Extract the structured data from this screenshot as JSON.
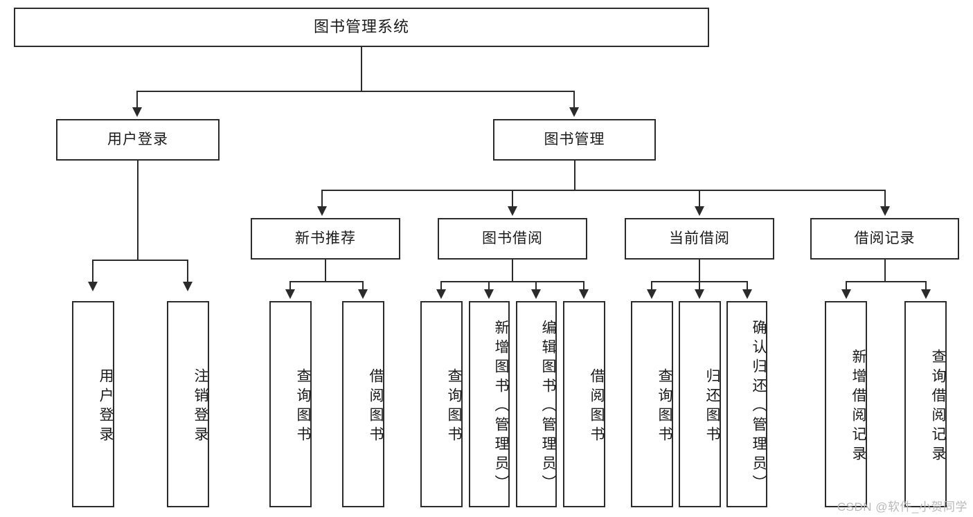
{
  "diagram": {
    "title": "图书管理系统",
    "type": "tree",
    "root": {
      "label": "图书管理系统"
    },
    "level2": [
      {
        "label": "用户登录"
      },
      {
        "label": "图书管理"
      }
    ],
    "level3": [
      {
        "label": "新书推荐"
      },
      {
        "label": "图书借阅"
      },
      {
        "label": "当前借阅"
      },
      {
        "label": "借阅记录"
      }
    ],
    "leaves": [
      {
        "label": "用户登录",
        "parent": "用户登录"
      },
      {
        "label": "注销登录",
        "parent": "用户登录"
      },
      {
        "label": "查询图书",
        "parent": "新书推荐"
      },
      {
        "label": "借阅图书",
        "parent": "新书推荐"
      },
      {
        "label": "查询图书",
        "parent": "图书借阅"
      },
      {
        "label": "新增图书（管理员）",
        "parent": "图书借阅"
      },
      {
        "label": "编辑图书（管理员）",
        "parent": "图书借阅"
      },
      {
        "label": "借阅图书",
        "parent": "图书借阅"
      },
      {
        "label": "查询图书",
        "parent": "当前借阅"
      },
      {
        "label": "归还图书",
        "parent": "当前借阅"
      },
      {
        "label": "确认归还（管理员）",
        "parent": "当前借阅"
      },
      {
        "label": "新增借阅记录",
        "parent": "借阅记录"
      },
      {
        "label": "查询借阅记录",
        "parent": "借阅记录"
      }
    ]
  },
  "watermark": {
    "text": "CSDN @软件_小贺同学"
  },
  "colors": {
    "box_border": "#2b2b2b",
    "box_fill": "#ffffff",
    "text": "#1a1a1a",
    "watermark": "#b9b9b9",
    "background": "#ffffff"
  }
}
